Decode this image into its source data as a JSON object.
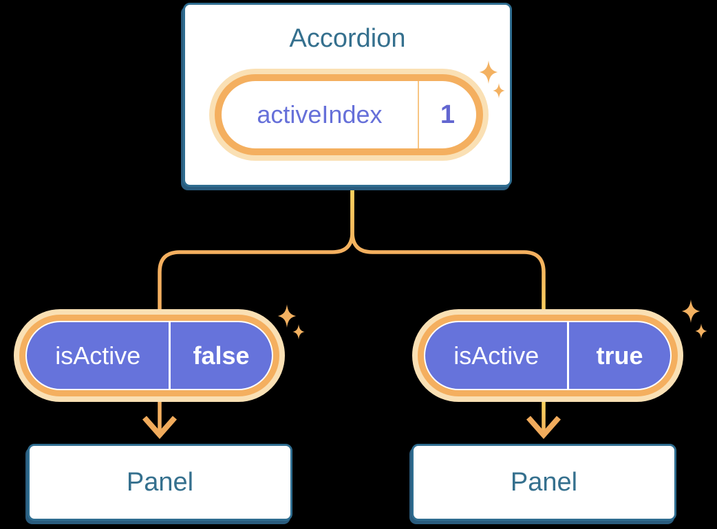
{
  "diagram": {
    "description": "React state diagram: Accordion parent holds activeIndex state, flows to two Panel children as isActive props",
    "accordion": {
      "title": "Accordion",
      "state": {
        "name": "activeIndex",
        "value": "1"
      }
    },
    "children": [
      {
        "prop": {
          "name": "isActive",
          "value": "false"
        },
        "panel": "Panel"
      },
      {
        "prop": {
          "name": "isActive",
          "value": "true"
        },
        "panel": "Panel"
      }
    ],
    "colors": {
      "background": "#000000",
      "node_border": "#2F6D90",
      "node_shadow": "#2A5C7E",
      "node_text": "#35708E",
      "node_bg": "#FFFFFF",
      "pill_purple": "#6673DB",
      "pill_text": "#FFFFFF",
      "state_name_text": "#6670D9",
      "state_value_text": "#6266D0",
      "ring_orange": "#F4AF5F",
      "ring_glow": "#FAE0B4",
      "flow_yellow": "#FBD35E",
      "flow_orange": "#F2AC5C",
      "sparkle": "#F3B161"
    }
  }
}
